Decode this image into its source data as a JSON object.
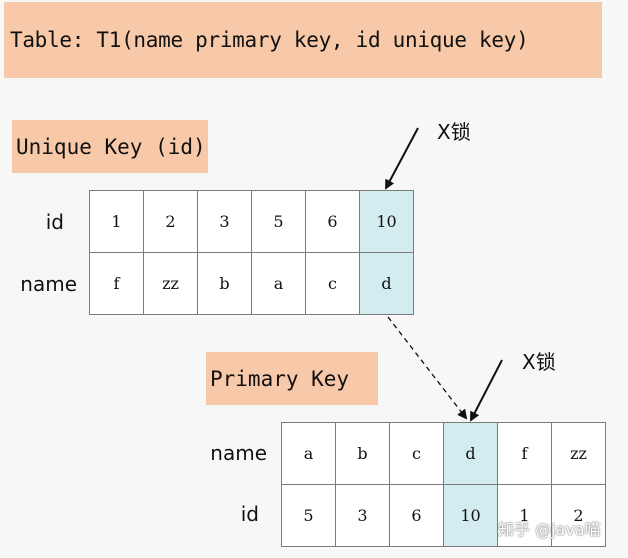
{
  "banner": {
    "text": "Table: T1(name primary key, id unique key)"
  },
  "unique_key": {
    "label": "Unique Key (id)",
    "row_labels": {
      "id": "id",
      "name": "name"
    },
    "ids": [
      "1",
      "2",
      "3",
      "5",
      "6",
      "10"
    ],
    "names": [
      "f",
      "zz",
      "b",
      "a",
      "c",
      "d"
    ],
    "highlight_index": 5,
    "lock_label": "X锁"
  },
  "primary_key": {
    "label": "Primary Key",
    "row_labels": {
      "name": "name",
      "id": "id"
    },
    "names": [
      "a",
      "b",
      "c",
      "d",
      "f",
      "zz"
    ],
    "ids": [
      "5",
      "3",
      "6",
      "10",
      "1",
      "2"
    ],
    "highlight_index": 3,
    "lock_label": "X锁"
  },
  "watermark": "知乎 @java喵",
  "colors": {
    "label_bg": "#f8c9a8",
    "highlight": "#d3ecf0",
    "border": "#7b7b7b"
  }
}
